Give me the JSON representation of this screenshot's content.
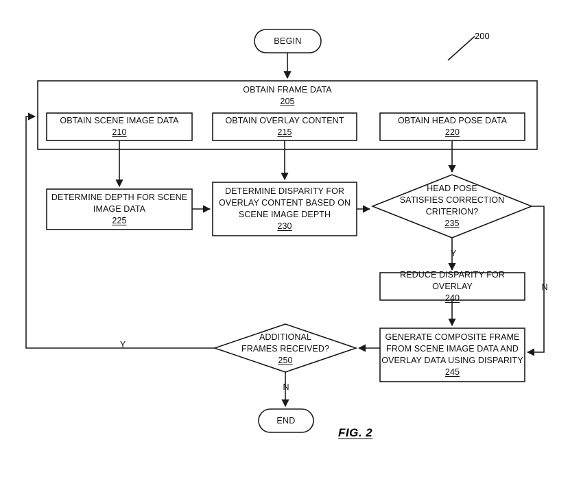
{
  "figure": {
    "caption": "FIG. 2",
    "reference_numeral": "200"
  },
  "terminators": {
    "begin": "BEGIN",
    "end": "END"
  },
  "container": {
    "title": "OBTAIN FRAME DATA",
    "ref": "205"
  },
  "nodes": [
    {
      "id": "210",
      "lines": [
        "OBTAIN SCENE IMAGE DATA"
      ],
      "ref": "210",
      "shape": "process"
    },
    {
      "id": "215",
      "lines": [
        "OBTAIN OVERLAY CONTENT"
      ],
      "ref": "215",
      "shape": "process"
    },
    {
      "id": "220",
      "lines": [
        "OBTAIN HEAD POSE DATA"
      ],
      "ref": "220",
      "shape": "process"
    },
    {
      "id": "225",
      "lines": [
        "DETERMINE DEPTH FOR SCENE",
        "IMAGE DATA"
      ],
      "ref": "225",
      "shape": "process"
    },
    {
      "id": "230",
      "lines": [
        "DETERMINE DISPARITY FOR",
        "OVERLAY CONTENT BASED ON",
        "SCENE IMAGE  DEPTH"
      ],
      "ref": "230",
      "shape": "process"
    },
    {
      "id": "235",
      "lines": [
        "HEAD POSE",
        "SATISFIES CORRECTION",
        "CRITERION?"
      ],
      "ref": "235",
      "shape": "decision"
    },
    {
      "id": "240",
      "lines": [
        "REDUCE DISPARITY FOR OVERLAY"
      ],
      "ref": "240",
      "shape": "process"
    },
    {
      "id": "245",
      "lines": [
        "GENERATE COMPOSITE FRAME",
        "FROM SCENE IMAGE DATA AND",
        "OVERLAY DATA USING DISPARITY"
      ],
      "ref": "245",
      "shape": "process"
    },
    {
      "id": "250",
      "lines": [
        "ADDITIONAL",
        "FRAMES RECEIVED?"
      ],
      "ref": "250",
      "shape": "decision"
    }
  ],
  "edge_labels": {
    "decision_235_yes": "Y",
    "decision_235_no": "N",
    "decision_250_yes": "Y",
    "decision_250_no": "N"
  },
  "colors": {
    "stroke": "#1a1a1a",
    "text": "#111111",
    "background": "#ffffff"
  }
}
